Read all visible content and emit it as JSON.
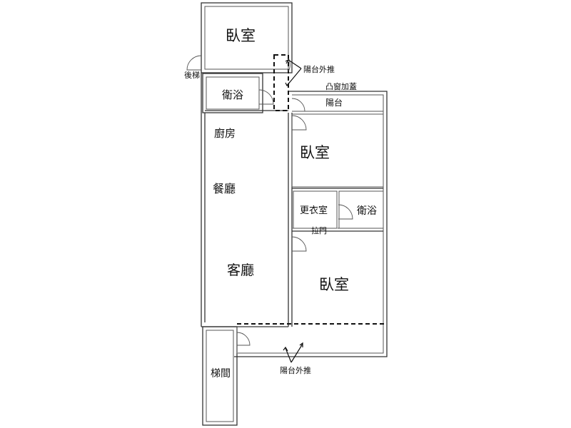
{
  "rooms": {
    "bedroom_top": "臥室",
    "bath_top": "衛浴",
    "kitchen": "廚房",
    "dining": "餐廳",
    "bedroom_mid": "臥室",
    "walkin_closet": "更衣室",
    "bath_right": "衛浴",
    "living": "客廳",
    "bedroom_bottom": "臥室",
    "stairwell": "梯間",
    "balcony": "陽台"
  },
  "annotations": {
    "back_stairs": "後梯",
    "balcony_extend_top": "陽台外推",
    "bay_window_added": "凸窗加蓋",
    "sliding_door": "拉門",
    "balcony_extend_bottom": "陽台外推"
  }
}
